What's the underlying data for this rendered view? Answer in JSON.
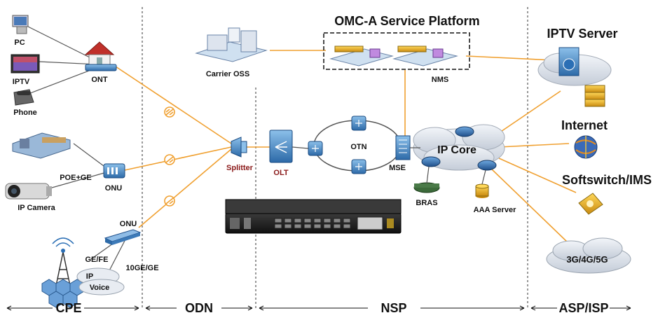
{
  "diagram": {
    "title": "OMC-A Service Platform",
    "nodes": {
      "pc": "PC",
      "iptv": "IPTV",
      "phone": "Phone",
      "ont": "ONT",
      "poe_ge": "POE+GE",
      "onu_mid": "ONU",
      "ip_camera": "IP Camera",
      "onu_low": "ONU",
      "ge_fe": "GE/FE",
      "ip": "IP",
      "voice": "Voice",
      "ten_ge": "10GE/GE",
      "splitter": "Splitter",
      "olt": "OLT",
      "otn": "OTN",
      "mse": "MSE",
      "carrier_oss": "Carrier OSS",
      "nms": "NMS",
      "ip_core": "IP Core",
      "bras": "BRAS",
      "aaa_server": "AAA Server",
      "iptv_server": "IPTV Server",
      "internet": "Internet",
      "softswitch": "Softswitch/IMS",
      "mobile": "3G/4G/5G"
    },
    "zones": {
      "cpe": "CPE",
      "odn": "ODN",
      "nsp": "NSP",
      "asp": "ASP/ISP"
    },
    "colors": {
      "fiber": "#f0a030",
      "link": "#555555",
      "router": "#2b6fb5",
      "gold": "#e0a020",
      "cloud": "#d8dfe8"
    }
  }
}
